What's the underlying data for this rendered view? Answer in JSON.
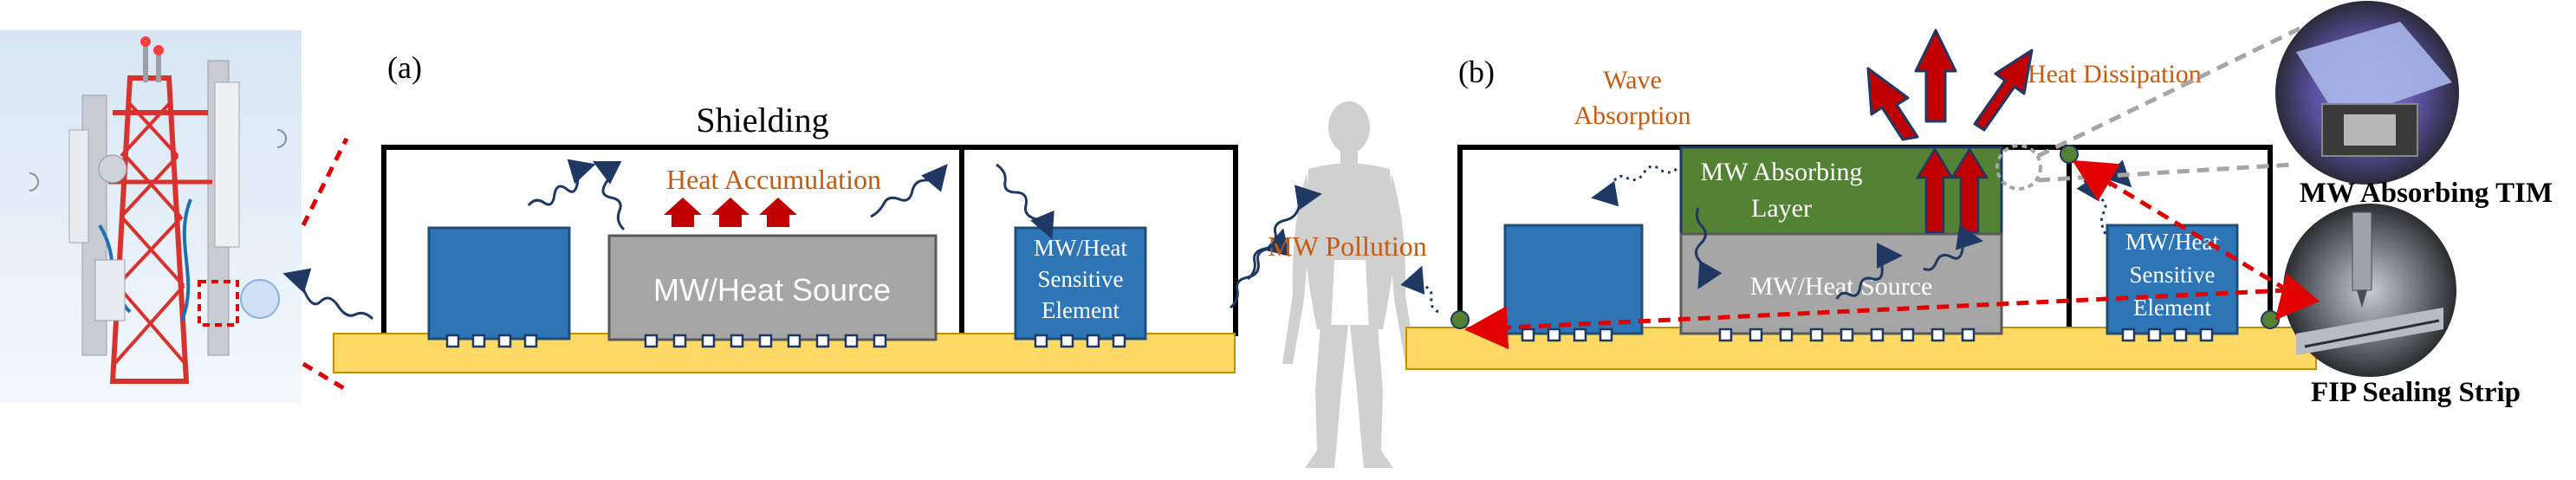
{
  "panel_a": {
    "label": "(a)",
    "shield_label": "Shielding",
    "heat_label": "Heat Accumulation",
    "source_label": "MW/Heat Source",
    "sensitive_lines": [
      "MW/Heat",
      "Sensitive",
      "Element"
    ]
  },
  "middle": {
    "pollution_label": "MW Pollution"
  },
  "panel_b": {
    "label": "(b)",
    "absorption_lines": [
      "Wave",
      "Absorption"
    ],
    "dissipation_label": "Heat Dissipation",
    "absorbing_layer_lines": [
      "MW Absorbing",
      "Layer"
    ],
    "source_label": "MW/Heat Source",
    "sensitive_lines": [
      "MW/Heat",
      "Sensitive",
      "Element"
    ]
  },
  "callouts": {
    "tim_label": "MW Absorbing TIM",
    "fip_label": "FIP Sealing Strip"
  },
  "colors": {
    "accent_orange": "#c55a11",
    "block_blue": "#2e75b6",
    "pcb_yellow": "#ffd966",
    "source_gray": "#a6a6a6",
    "absorber_green": "#548235",
    "arrow_red": "#c00000",
    "dashed_red": "#e00000",
    "dashed_gray": "#a6a6a6",
    "wave_navy": "#1f3864"
  }
}
